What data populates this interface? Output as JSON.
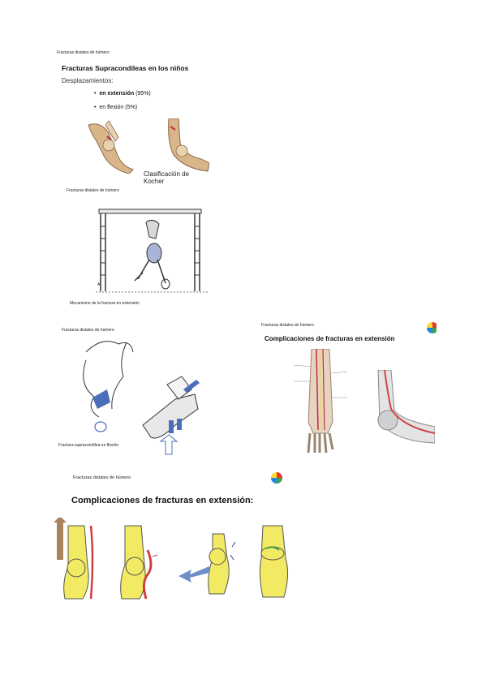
{
  "slide1": {
    "header": "Fracturas distales de húmero",
    "title": "Fracturas Supracondíleas en los niños",
    "subtitle": "Desplazamientos:",
    "bullets": [
      {
        "bold": "en extensión",
        "rest": " (95%)"
      },
      {
        "bold": "",
        "rest": "en flexión (5%)"
      }
    ],
    "caption": "Clasificación de Kocher"
  },
  "slide2": {
    "header": "Fracturas distales de húmero",
    "caption": "Mecanismo de la fractura en extensión",
    "marker": "A"
  },
  "slide3": {
    "header": "Fracturas distales de húmero",
    "caption": "Fractura supracondílea en flexión"
  },
  "slide4": {
    "header": "Fracturas distales de húmero",
    "title": "Complicaciones de fracturas en extensión"
  },
  "slide5": {
    "header": "Fracturas distales de húmero",
    "title": "Complicaciones de fracturas en extensión:"
  },
  "colors": {
    "bone_yellow": "#f2ea62",
    "artery_red": "#d04040",
    "bone_tan": "#d9b58a",
    "blue_arrow": "#4a6fb8",
    "brown_arrow": "#a9825e"
  }
}
